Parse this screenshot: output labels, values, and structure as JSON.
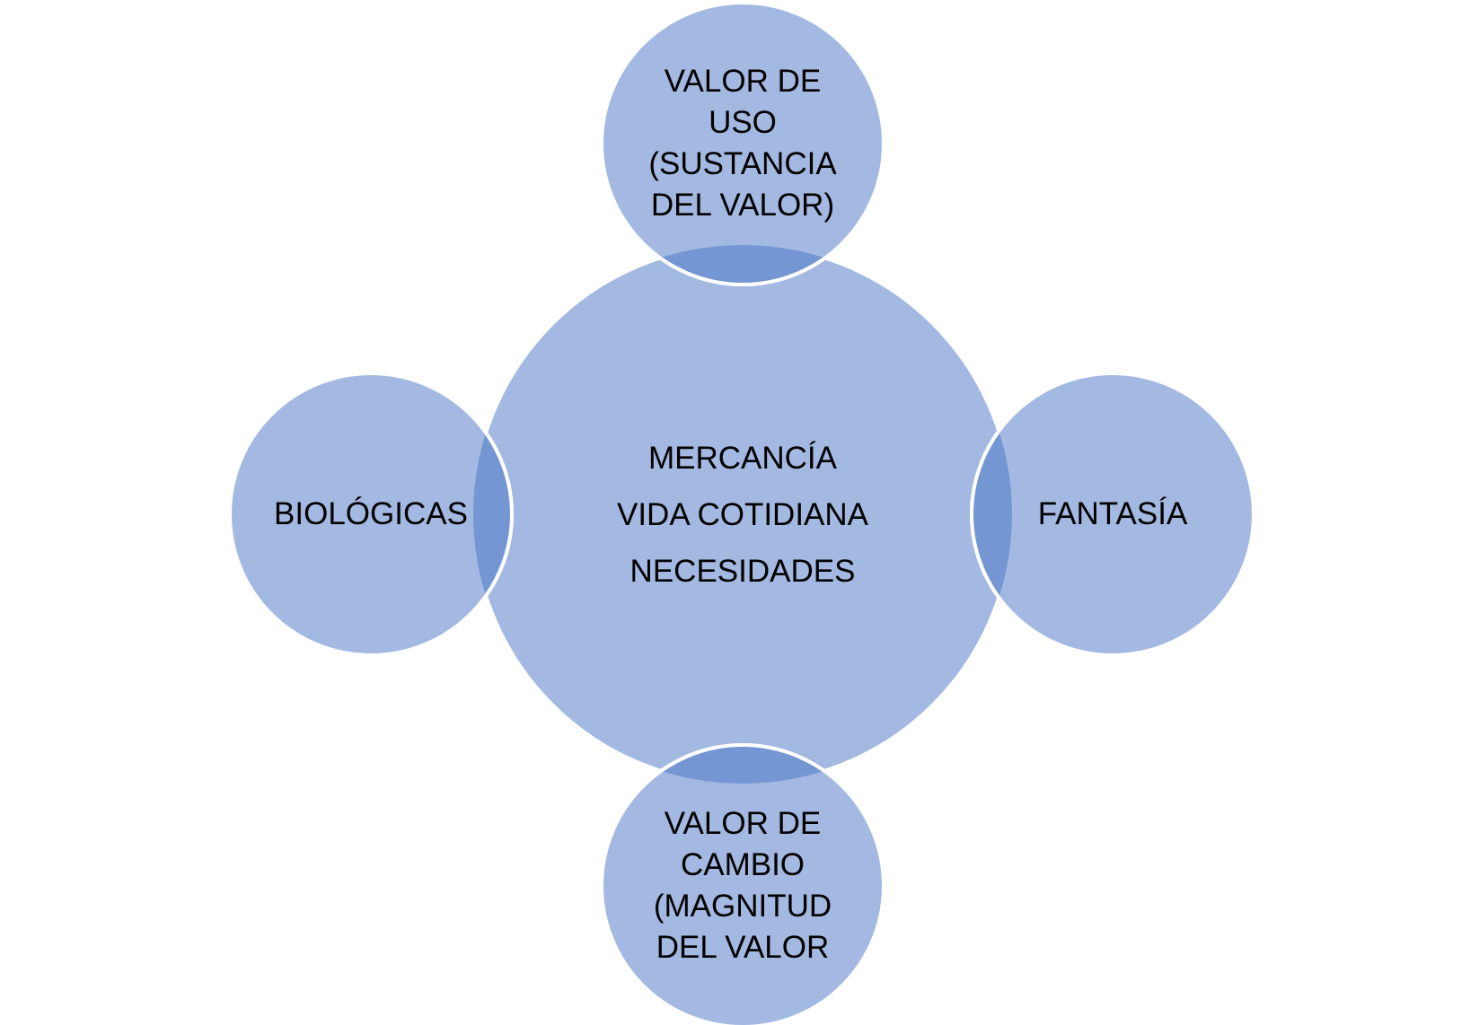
{
  "colors": {
    "circle_fill": "#a3b9e1",
    "overlap_fill": "#7496d3",
    "outline": "#ffffff"
  },
  "center": {
    "lines": [
      "MERCANCÍA",
      "VIDA COTIDIANA",
      "NECESIDADES"
    ]
  },
  "top": {
    "lines": [
      "VALOR DE",
      "USO",
      "(SUSTANCIA",
      "DEL VALOR)"
    ]
  },
  "left": {
    "lines": [
      "BIOLÓGICAS"
    ]
  },
  "right": {
    "lines": [
      "FANTASÍA"
    ]
  },
  "bottom": {
    "lines": [
      "VALOR DE",
      "CAMBIO",
      "(MAGNITUD",
      "DEL VALOR"
    ]
  }
}
